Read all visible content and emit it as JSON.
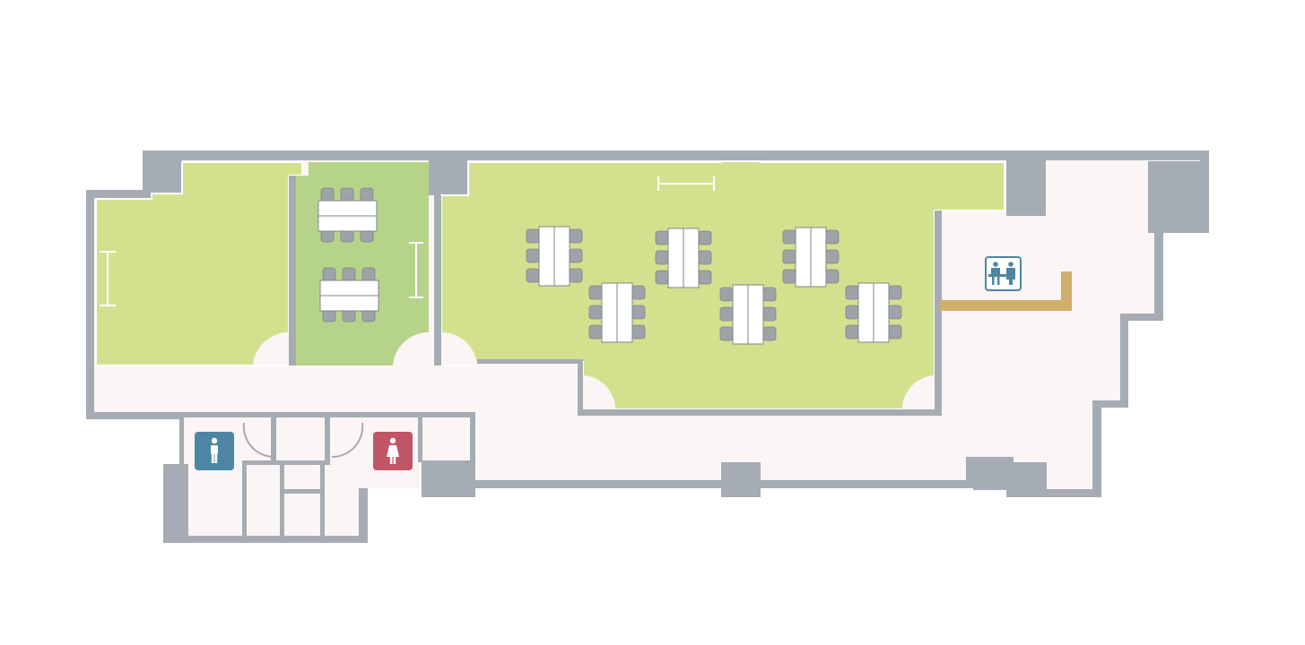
{
  "floor_plan": {
    "colors": {
      "wall": "#a5acb3",
      "room_green": "#d3e18f",
      "room_green_dark": "#b6d489",
      "corridor": "#fbf6f5",
      "chair": "#9ea3a8",
      "table": "#ffffff",
      "reception_counter": "#d2ae6b",
      "restroom_men": "#4d86a4",
      "restroom_women": "#c05565",
      "reception_sign": "#4d86a4"
    },
    "rooms": [
      {
        "id": "room-left",
        "fill": "room_green"
      },
      {
        "id": "meeting-room",
        "fill": "room_green_dark"
      },
      {
        "id": "main-seminar-room",
        "fill": "room_green"
      },
      {
        "id": "reception-lobby",
        "fill": "corridor"
      },
      {
        "id": "corridor",
        "fill": "corridor"
      },
      {
        "id": "restroom-area",
        "fill": "corridor"
      }
    ],
    "icons": {
      "restroom_men": "man-restroom-icon",
      "restroom_women": "woman-restroom-icon",
      "reception": "reception-desk-icon"
    },
    "furniture": {
      "meeting_tables": 2,
      "seminar_table_islands": 6,
      "chairs_per_table_side": 3,
      "whiteboards": 3
    }
  }
}
